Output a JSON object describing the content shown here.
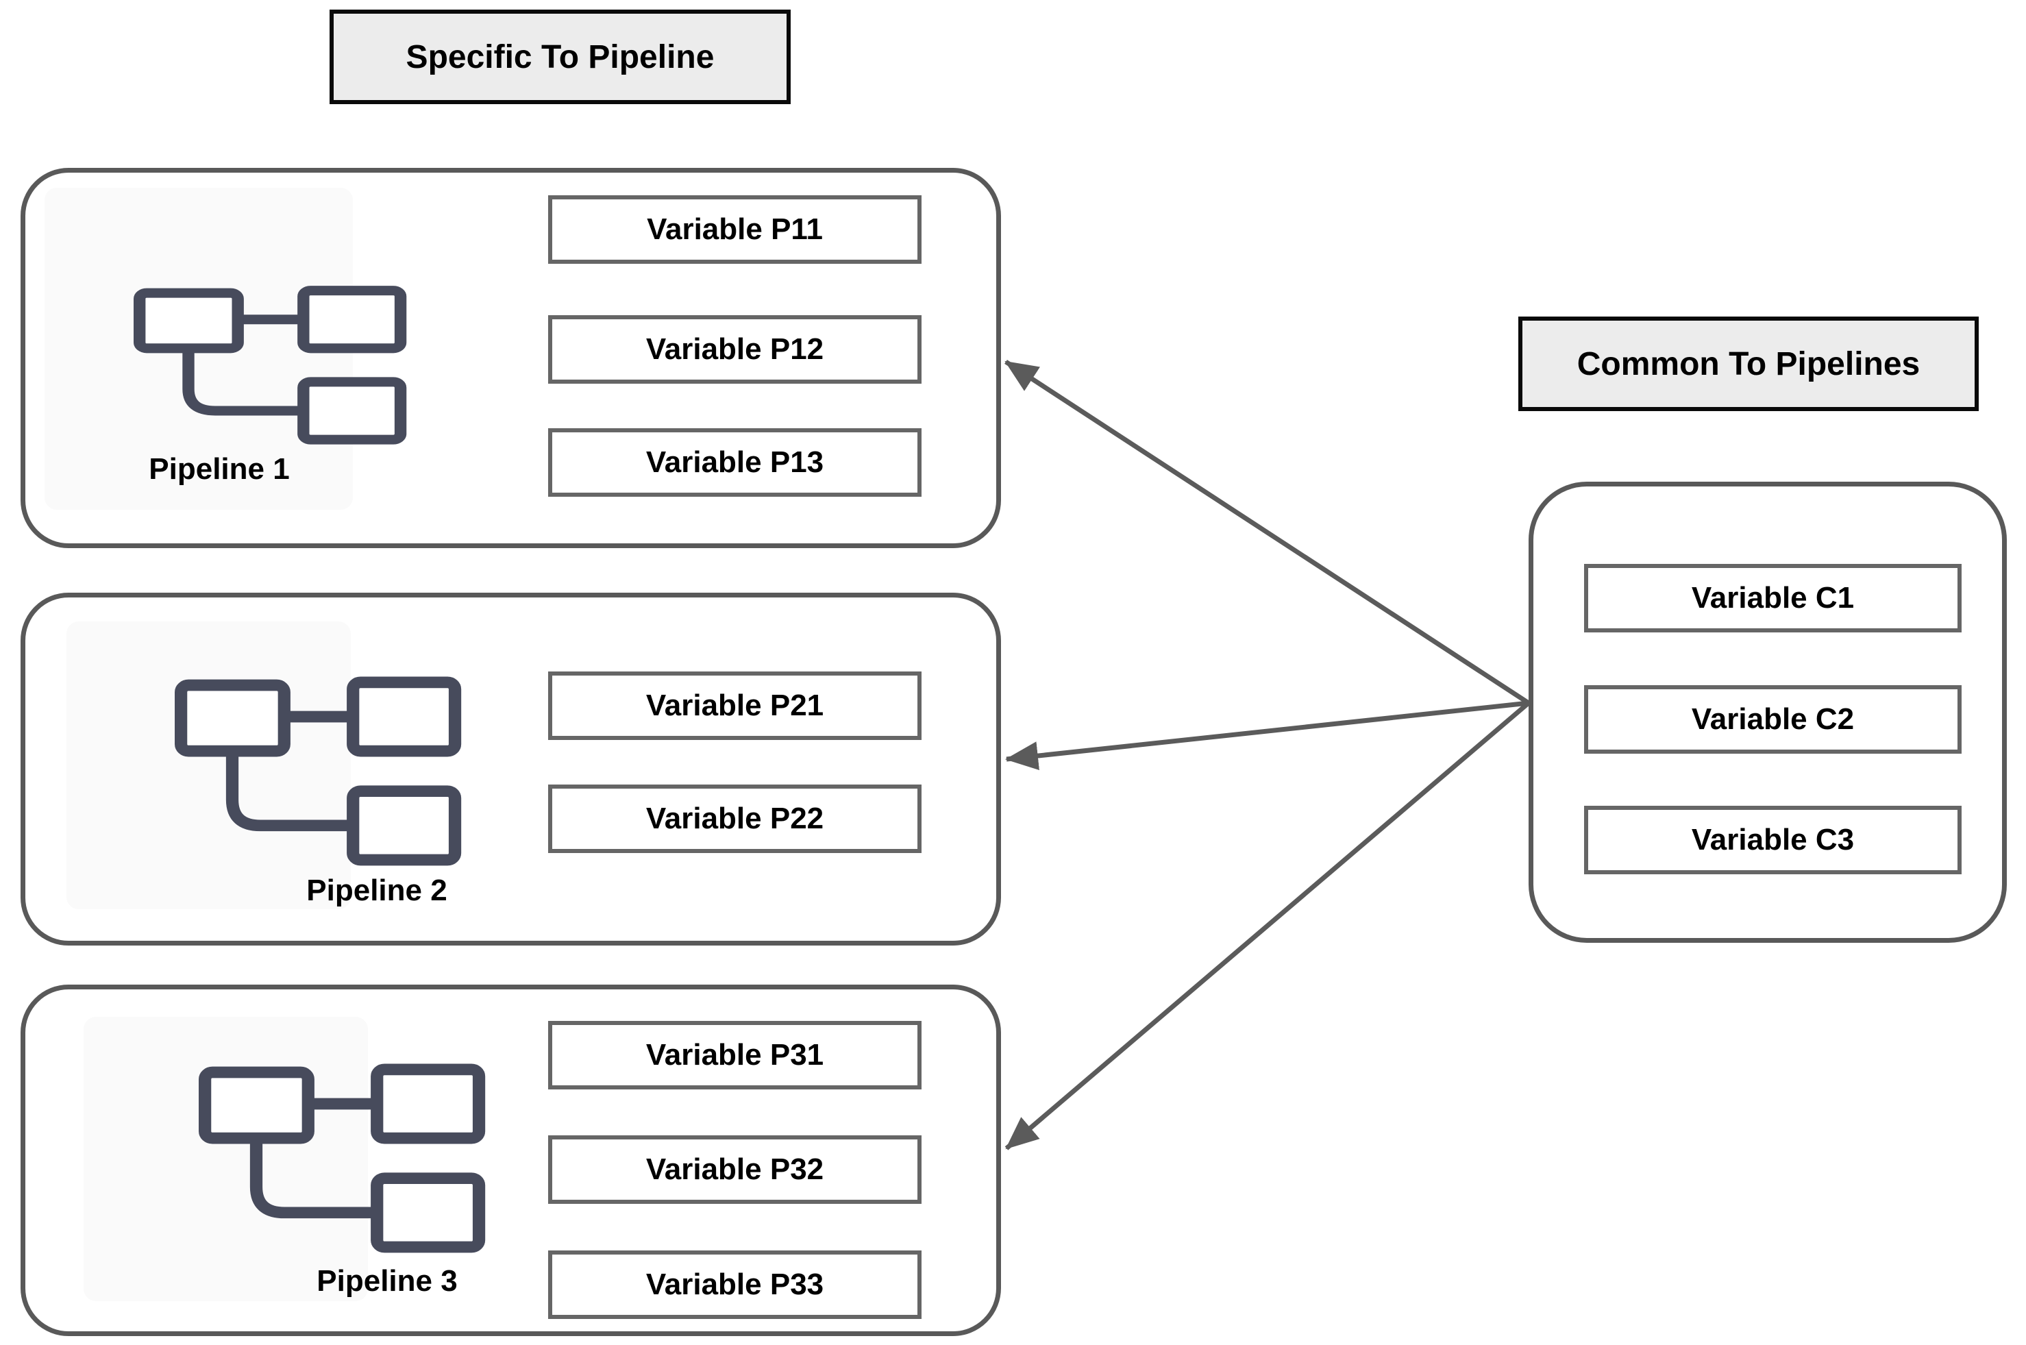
{
  "diagram": {
    "left_group_title": "Specific To Pipeline",
    "right_group_title": "Common To Pipelines",
    "pipelines": [
      {
        "label": "Pipeline 1",
        "variables": [
          "Variable P11",
          "Variable P12",
          "Variable P13"
        ]
      },
      {
        "label": "Pipeline 2",
        "variables": [
          "Variable P21",
          "Variable P22"
        ]
      },
      {
        "label": "Pipeline 3",
        "variables": [
          "Variable P31",
          "Variable P32",
          "Variable P33"
        ]
      }
    ],
    "common": {
      "variables": [
        "Variable C1",
        "Variable C2",
        "Variable C3"
      ]
    },
    "arrows": [
      {
        "from": "common-variables",
        "to": "pipeline-1"
      },
      {
        "from": "common-variables",
        "to": "pipeline-2"
      },
      {
        "from": "common-variables",
        "to": "pipeline-3"
      }
    ],
    "colors": {
      "header_bg": "#ececec",
      "header_border": "#0a0a0a",
      "card_border": "#595959",
      "box_border": "#666666",
      "arrow": "#5b5b5b",
      "icon": "#474b5c",
      "text": "#000000"
    }
  }
}
